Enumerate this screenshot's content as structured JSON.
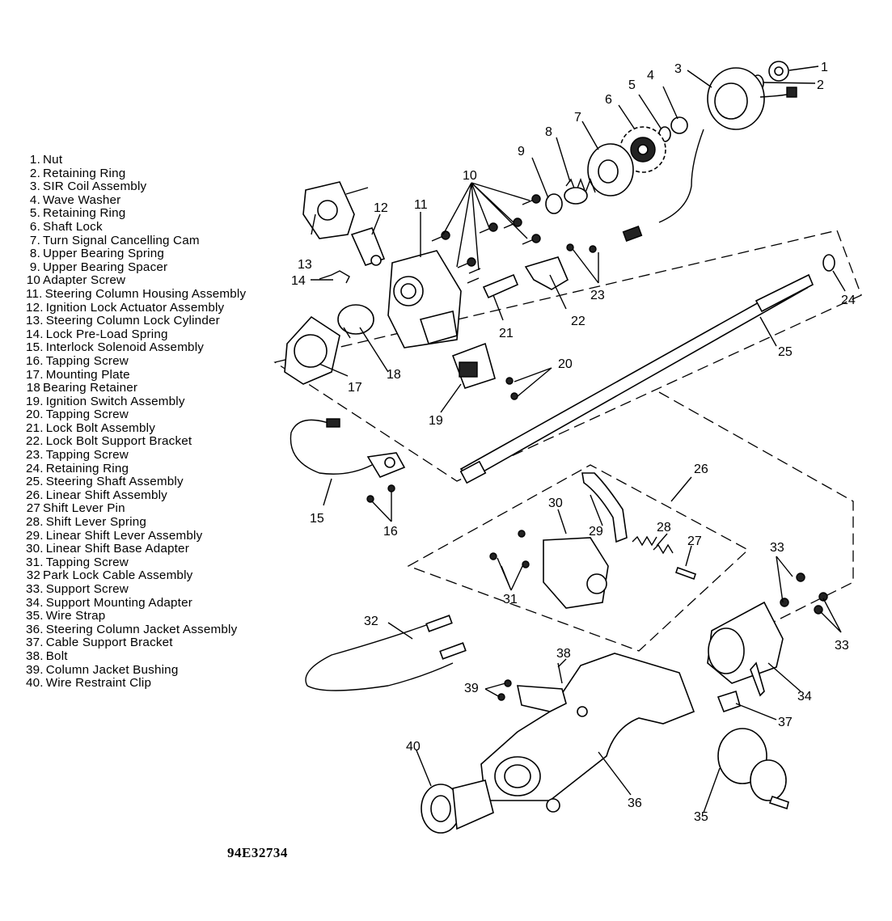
{
  "figure_id": "94E32734",
  "legend": [
    {
      "n": "1.",
      "label": "Nut"
    },
    {
      "n": "2.",
      "label": "Retaining Ring"
    },
    {
      "n": "3.",
      "label": "SIR Coil Assembly"
    },
    {
      "n": "4.",
      "label": "Wave Washer"
    },
    {
      "n": "5.",
      "label": "Retaining Ring"
    },
    {
      "n": "6.",
      "label": "Shaft Lock"
    },
    {
      "n": "7.",
      "label": "Turn Signal Cancelling Cam"
    },
    {
      "n": "8.",
      "label": "Upper Bearing Spring"
    },
    {
      "n": "9.",
      "label": "Upper Bearing Spacer"
    },
    {
      "n": "10",
      "label": "Adapter Screw"
    },
    {
      "n": "11.",
      "label": "Steering Column Housing Assembly"
    },
    {
      "n": "12.",
      "label": "Ignition Lock Actuator Assembly"
    },
    {
      "n": "13.",
      "label": "Steering Column Lock Cylinder"
    },
    {
      "n": "14.",
      "label": "Lock Pre-Load Spring"
    },
    {
      "n": "15.",
      "label": "Interlock Solenoid Assembly"
    },
    {
      "n": "16.",
      "label": "Tapping Screw"
    },
    {
      "n": "17.",
      "label": "Mounting Plate"
    },
    {
      "n": "18",
      "label": "Bearing Retainer"
    },
    {
      "n": "19.",
      "label": "Ignition Switch Assembly"
    },
    {
      "n": "20.",
      "label": "Tapping Screw"
    },
    {
      "n": "21.",
      "label": "Lock Bolt Assembly"
    },
    {
      "n": "22.",
      "label": "Lock Bolt Support Bracket"
    },
    {
      "n": "23.",
      "label": "Tapping Screw"
    },
    {
      "n": "24.",
      "label": "Retaining Ring"
    },
    {
      "n": "25.",
      "label": "Steering Shaft Assembly"
    },
    {
      "n": "26.",
      "label": "Linear Shift Assembly"
    },
    {
      "n": "27",
      "label": "Shift Lever Pin"
    },
    {
      "n": "28.",
      "label": "Shift Lever Spring"
    },
    {
      "n": "29.",
      "label": "Linear Shift Lever Assembly"
    },
    {
      "n": "30.",
      "label": "Linear Shift Base Adapter"
    },
    {
      "n": "31.",
      "label": "Tapping Screw"
    },
    {
      "n": "32",
      "label": "Park Lock Cable Assembly"
    },
    {
      "n": "33.",
      "label": "Support Screw"
    },
    {
      "n": "34.",
      "label": "Support Mounting Adapter"
    },
    {
      "n": "35.",
      "label": "Wire Strap"
    },
    {
      "n": "36.",
      "label": "Steering Column Jacket Assembly"
    },
    {
      "n": "37.",
      "label": "Cable Support Bracket"
    },
    {
      "n": "38.",
      "label": "Bolt"
    },
    {
      "n": "39.",
      "label": "Column Jacket Bushing"
    },
    {
      "n": "40.",
      "label": "Wire Restraint Clip"
    }
  ],
  "callouts": [
    "1",
    "2",
    "3",
    "4",
    "5",
    "6",
    "7",
    "8",
    "9",
    "10",
    "11",
    "12",
    "13",
    "14",
    "15",
    "16",
    "17",
    "18",
    "19",
    "20",
    "21",
    "22",
    "23",
    "24",
    "25",
    "26",
    "27",
    "28",
    "29",
    "30",
    "31",
    "32",
    "33",
    "33",
    "34",
    "35",
    "36",
    "37",
    "38",
    "39",
    "40"
  ]
}
